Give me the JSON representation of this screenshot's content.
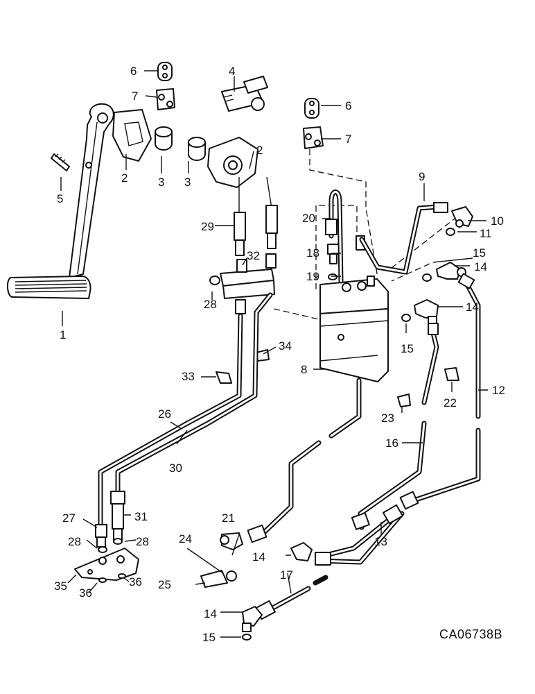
{
  "drawing_code": "CA06738B",
  "callouts": [
    "1",
    "2",
    "3",
    "4",
    "5",
    "6",
    "7",
    "8",
    "9",
    "10",
    "11",
    "12",
    "13",
    "14",
    "15",
    "16",
    "17",
    "18",
    "19",
    "20",
    "21",
    "22",
    "23",
    "24",
    "25",
    "26",
    "27",
    "28",
    "29",
    "30",
    "31",
    "32",
    "33",
    "34",
    "35",
    "36"
  ]
}
